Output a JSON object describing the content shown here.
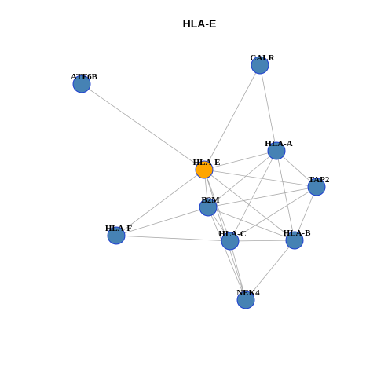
{
  "title": "HLA-E",
  "colors": {
    "center_node": "#ffa500",
    "node": "#4682b4",
    "node_border": "#1f3fd0",
    "edge": "#aaaaaa"
  },
  "nodes": [
    {
      "id": "HLA-E",
      "label": "HLA-E",
      "center": true
    },
    {
      "id": "CALR",
      "label": "CALR",
      "center": false
    },
    {
      "id": "ATF6B",
      "label": "ATF6B",
      "center": false
    },
    {
      "id": "HLA-A",
      "label": "HLA-A",
      "center": false
    },
    {
      "id": "TAP2",
      "label": "TAP2",
      "center": false
    },
    {
      "id": "B2M",
      "label": "B2M",
      "center": false
    },
    {
      "id": "HLA-F",
      "label": "HLA-F",
      "center": false
    },
    {
      "id": "HLA-C",
      "label": "HLA-C",
      "center": false
    },
    {
      "id": "HLA-B",
      "label": "HLA-B",
      "center": false
    },
    {
      "id": "NEK4",
      "label": "NEK4",
      "center": false
    }
  ],
  "edges": [
    [
      "ATF6B",
      "HLA-E"
    ],
    [
      "CALR",
      "HLA-E"
    ],
    [
      "CALR",
      "HLA-A"
    ],
    [
      "HLA-E",
      "HLA-A"
    ],
    [
      "HLA-E",
      "TAP2"
    ],
    [
      "HLA-E",
      "B2M"
    ],
    [
      "HLA-E",
      "HLA-F"
    ],
    [
      "HLA-E",
      "HLA-C"
    ],
    [
      "HLA-E",
      "HLA-B"
    ],
    [
      "HLA-E",
      "NEK4"
    ],
    [
      "HLA-A",
      "TAP2"
    ],
    [
      "HLA-A",
      "B2M"
    ],
    [
      "HLA-A",
      "HLA-C"
    ],
    [
      "HLA-A",
      "HLA-B"
    ],
    [
      "TAP2",
      "B2M"
    ],
    [
      "TAP2",
      "HLA-C"
    ],
    [
      "TAP2",
      "HLA-B"
    ],
    [
      "B2M",
      "HLA-F"
    ],
    [
      "B2M",
      "HLA-C"
    ],
    [
      "B2M",
      "HLA-B"
    ],
    [
      "B2M",
      "NEK4"
    ],
    [
      "HLA-F",
      "HLA-C"
    ],
    [
      "HLA-C",
      "HLA-B"
    ],
    [
      "HLA-C",
      "NEK4"
    ],
    [
      "HLA-B",
      "NEK4"
    ]
  ]
}
